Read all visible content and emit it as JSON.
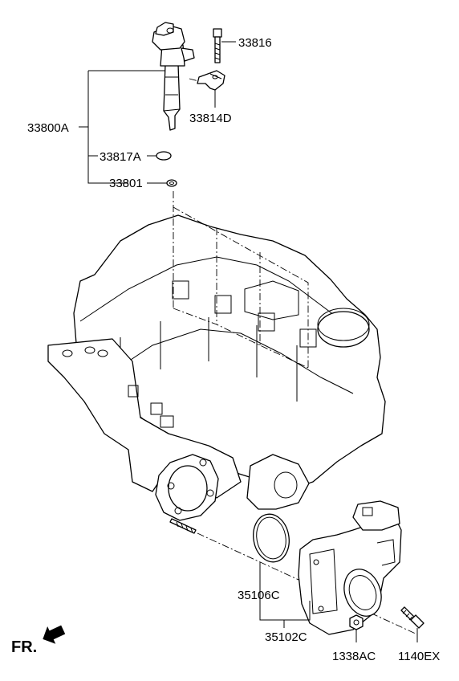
{
  "parts": {
    "injector_assy": "33800A",
    "bolt": "33816",
    "clamp": "33814D",
    "o_ring": "33817A",
    "washer": "33801",
    "gasket": "35106C",
    "throttle_body": "35102C",
    "nut": "1338AC",
    "flange_bolt": "1140EX"
  },
  "front_marker": "FR."
}
